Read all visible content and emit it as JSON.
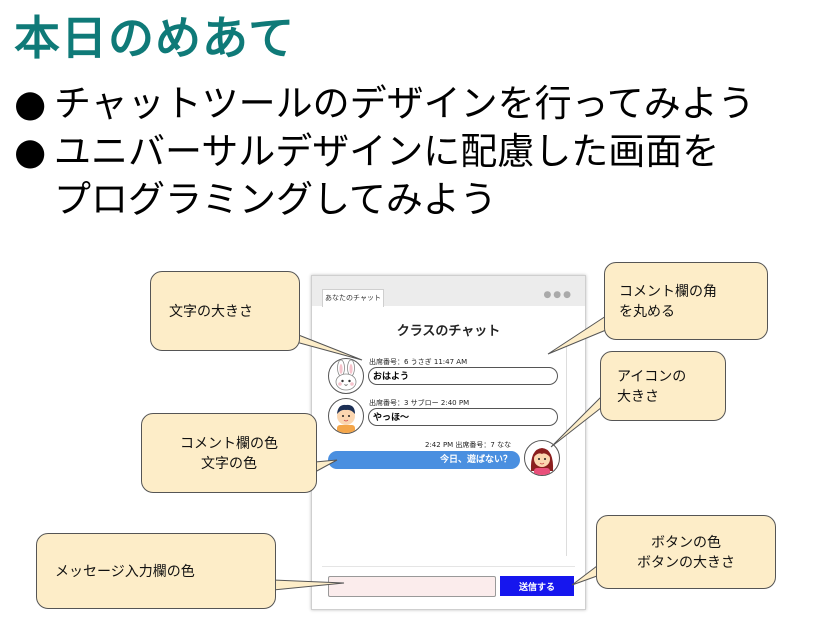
{
  "slide": {
    "title": "本日のめあて",
    "bullets": [
      "チャットツールのデザインを行ってみよう",
      "ユニバーサルデザインに配慮した画面を",
      "プログラミングしてみよう"
    ],
    "bullet_glyph": "●"
  },
  "chat_app": {
    "tab_label": "あなたのチャット",
    "window_dots": "●●●",
    "title": "クラスのチャット",
    "messages": [
      {
        "meta": "出席番号：6 うさぎ 11:47 AM",
        "text": "おはよう",
        "avatar": "rabbit-avatar"
      },
      {
        "meta": "出席番号：3 サブロー 2:40 PM",
        "text": "やっほ～",
        "avatar": "boy-avatar"
      },
      {
        "meta": "2:42 PM 出席番号：7 なな",
        "text": "今日、遊ばない？",
        "avatar": "girl-avatar"
      }
    ],
    "send_button": "送信する",
    "colors": {
      "my_bubble": "#4a8fe0",
      "send_button": "#1616ee",
      "input_bg": "#fbecec"
    }
  },
  "callouts": {
    "font_size": [
      "文字の大きさ"
    ],
    "bubble_corner": [
      "コメント欄の角",
      "を丸める"
    ],
    "icon_size": [
      "アイコンの",
      "大きさ"
    ],
    "bubble_color": [
      "コメント欄の色",
      "文字の色"
    ],
    "input_color": [
      "メッセージ入力欄の色"
    ],
    "button": [
      "ボタンの色",
      "ボタンの大きさ"
    ]
  },
  "colors": {
    "title": "#0f7a78",
    "callout_bg": "#fdedc8"
  }
}
